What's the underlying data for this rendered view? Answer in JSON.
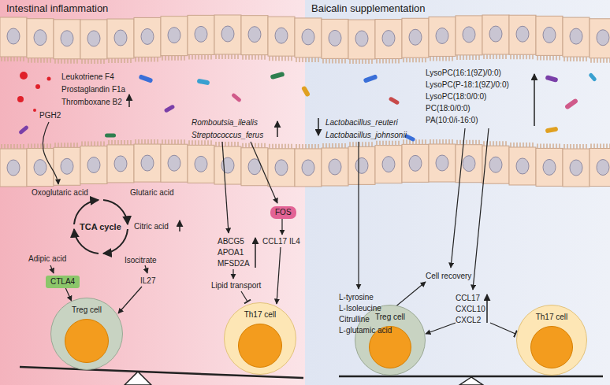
{
  "diagram": {
    "nodes": [
      {
        "text": [
          "Intestinal inflammation"
        ]
      },
      {
        "text": [
          "Baicalin supplementation"
        ]
      },
      {
        "text": [
          "CTLA4"
        ],
        "in": 0
      },
      {
        "text": [
          "FOS"
        ],
        "in": 0
      },
      {
        "text": [
          "Treg cell"
        ],
        "in": 0
      },
      {
        "text": [
          "Th17 cell"
        ],
        "in": 0
      },
      {
        "text": [
          "Treg cell"
        ],
        "in": 1
      },
      {
        "text": [
          "Th17 cell"
        ],
        "in": 1
      }
    ],
    "edges": [
      {
        "from": 2,
        "to": 4,
        "arrow": "to"
      }
    ],
    "labels": [
      "Leukotriene F4",
      "Prostaglandin F1a",
      "Thromboxane B2",
      "PGH2",
      "Romboutsia_ilealis",
      "Streptococcus_ferus",
      "Lactobacillus_reuteri",
      "Lactobacillus_johnsonii",
      "LysoPC(16:1(9Z)/0:0)",
      "LysoPC(P-18:1(9Z)/0:0)",
      "LysoPC(18:0/0:0)",
      "PC(18:0/0:0)",
      "PA(10:0/i-16:0)",
      "Oxoglutaric acid",
      "Glutaric acid",
      "Citric acid",
      "TCA cycle",
      "Adipic acid",
      "Isocitrate",
      "IL27",
      "ABCG5",
      "APOA1",
      "MFSD2A",
      "Lipid transport",
      "CCL17 IL4",
      "L-tyrosine",
      "L-Isoleucine",
      "Citrulline",
      "L-glutamic acid",
      "Cell recovery",
      "CCL17",
      "CXCL10",
      "CXCL2"
    ]
  }
}
